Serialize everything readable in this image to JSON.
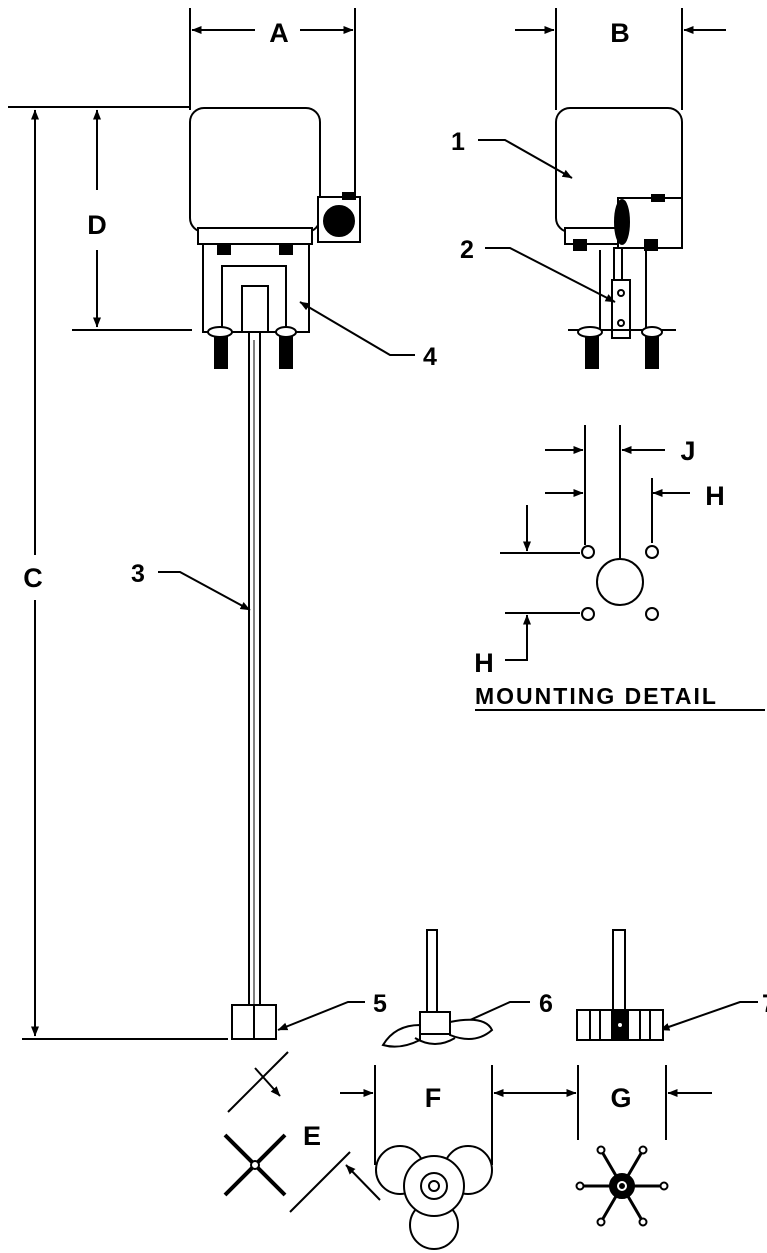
{
  "dimensions": {
    "A": "A",
    "B": "B",
    "C": "C",
    "D": "D",
    "E": "E",
    "F": "F",
    "G": "G",
    "H": "H",
    "J": "J"
  },
  "parts": {
    "p1": "1",
    "p2": "2",
    "p3": "3",
    "p4": "4",
    "p5": "5",
    "p6": "6",
    "p7": "7"
  },
  "mounting_detail": {
    "title": "MOUNTING DETAIL"
  },
  "colors": {
    "ink": "#000000",
    "motor": "#ffffff",
    "paper": "#ffffff"
  }
}
